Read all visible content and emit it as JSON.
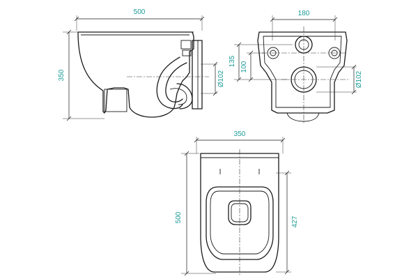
{
  "colors": {
    "line": "#1a1a1a",
    "dimension_text": "#1a9a96"
  },
  "side_view": {
    "width_label": "500",
    "height_label": "350",
    "outlet_label": "Ø102"
  },
  "back_view": {
    "width_label": "180",
    "upper_height_label": "135",
    "lower_height_label": "100",
    "outlet_label": "Ø102"
  },
  "top_view": {
    "width_label": "350",
    "length_label": "500",
    "bowl_length_label": "427"
  }
}
